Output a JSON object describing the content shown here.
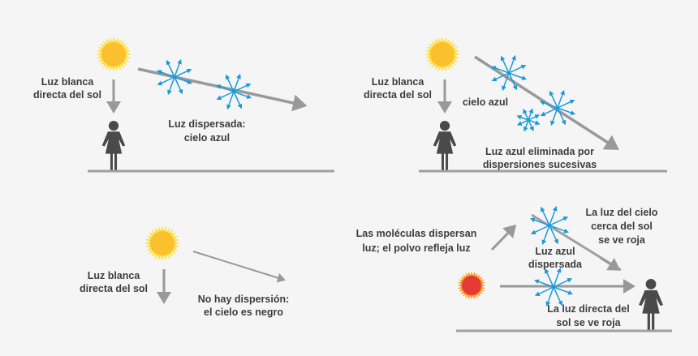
{
  "colors": {
    "ray": "#999999",
    "scatter": "#1a9ad9",
    "person": "#4a4a4a",
    "ground": "#a0a0a0",
    "sun_yellow": "#fbc02d",
    "sun_red": "#e53935",
    "sun_orange": "#f7941d"
  },
  "panel1": {
    "sunlight": [
      "Luz blanca",
      "directa del sol"
    ],
    "scattered": [
      "Luz dispersada:",
      "cielo azul"
    ]
  },
  "panel2": {
    "sunlight": [
      "Luz blanca",
      "directa del sol"
    ],
    "sky": "cielo azul",
    "removed": [
      "Luz azul eliminada por",
      "dispersiones sucesivas"
    ]
  },
  "panel3": {
    "sunlight": [
      "Luz blanca",
      "directa del sol"
    ],
    "no_scatter": [
      "No hay dispersión:",
      "el cielo es negro"
    ]
  },
  "panel4": {
    "molecules": [
      "Las moléculas dispersan",
      "luz; el polvo refleja luz"
    ],
    "blue_scattered": [
      "Luz azul",
      "dispersada"
    ],
    "sky_near_sun": [
      "La luz del cielo",
      "cerca del sol",
      "se ve roja"
    ],
    "direct_red": [
      "La luz directa del",
      "sol se ve roja"
    ]
  }
}
